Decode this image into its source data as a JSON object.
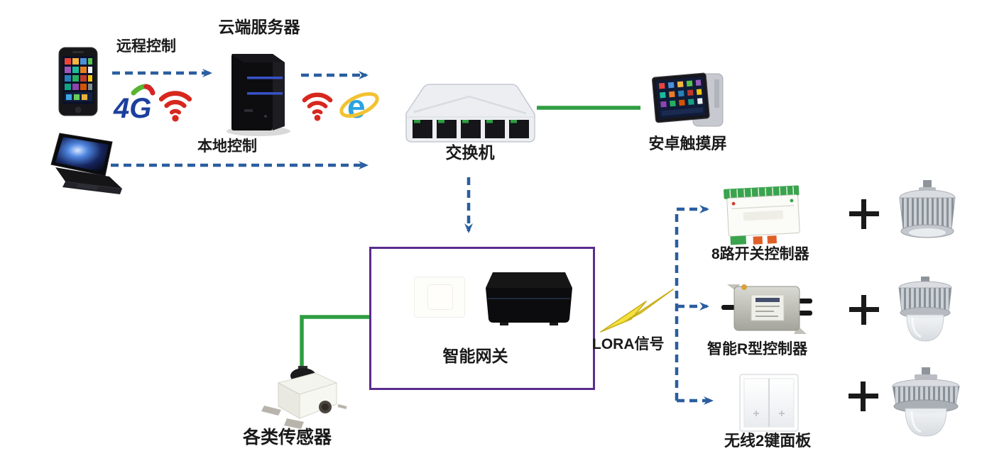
{
  "labels": {
    "cloud_server": "云端服务器",
    "remote_control": "远程控制",
    "local_control": "本地控制",
    "switch": "交换机",
    "android_touchscreen": "安卓触摸屏",
    "smart_gateway": "智能网关",
    "sensors": "各类传感器",
    "lora_signal": "LORA信号",
    "controller_8ch": "8路开关控制器",
    "controller_r": "智能R型控制器",
    "wireless_panel": "无线2键面板"
  },
  "icons": {
    "g4_text": "4G",
    "ie_text": "e",
    "plus_symbol": "+"
  },
  "colors": {
    "arrow_blue": "#2a5e9f",
    "line_green": "#2f9e41",
    "gateway_border": "#5a2d8c",
    "wifi_red": "#d7281e",
    "lightning_fill": "#f3e23e",
    "lightning_edge": "#c9ae1c",
    "g4_blue": "#1c3f9e",
    "ie_blue": "#2aa3e0",
    "ie_gold": "#f2c231",
    "text_black": "#1a1a1a"
  }
}
